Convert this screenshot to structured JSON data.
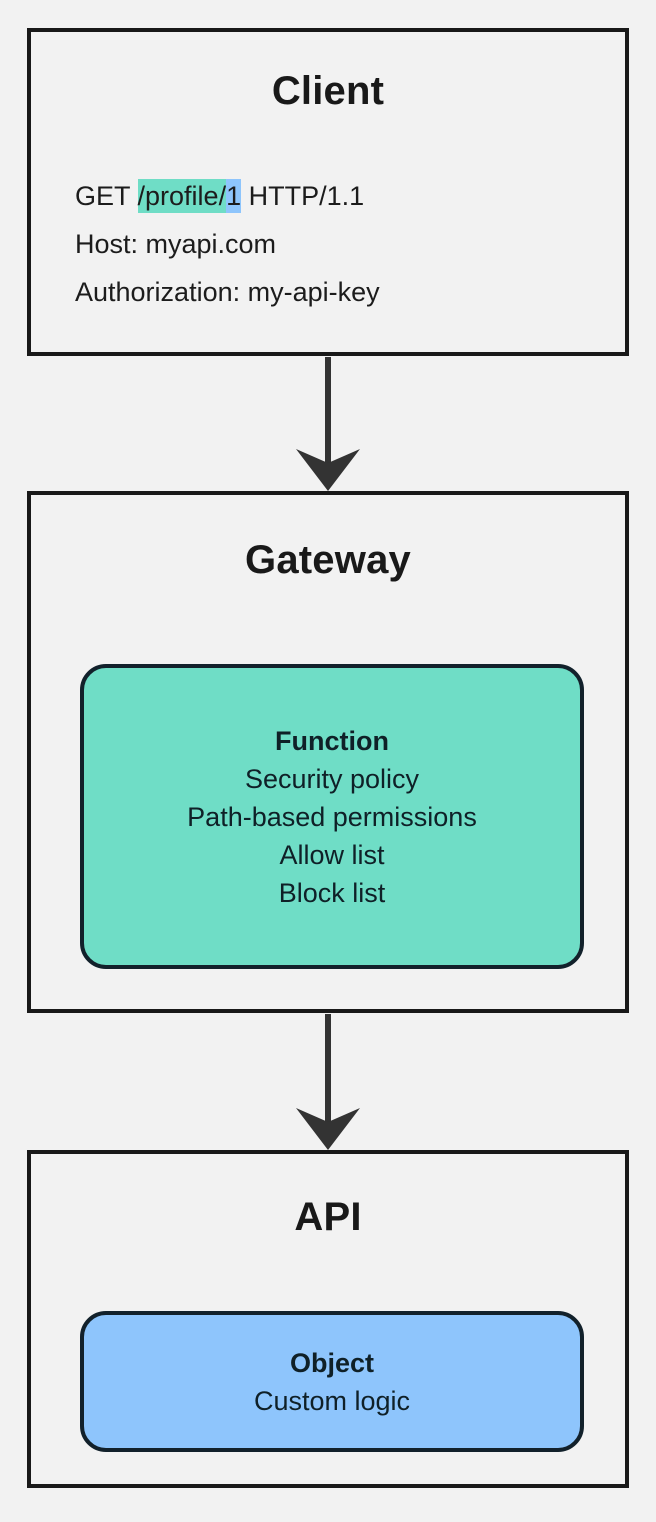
{
  "diagram": {
    "type": "flowchart",
    "direction": "top-down",
    "background_color": "#f2f2f2",
    "border_color": "#191919",
    "arrow_color": "#333333",
    "accent_green": "#6fddc6",
    "accent_blue": "#8ec5fc"
  },
  "client": {
    "title": "Client",
    "request": {
      "method": "GET",
      "path_prefix": "/profile/",
      "path_id": "1",
      "protocol": " HTTP/1.1",
      "method_with_space": "GET ",
      "host_line": "Host: myapi.com",
      "auth_line": "Authorization: my-api-key"
    }
  },
  "gateway": {
    "title": "Gateway",
    "function": {
      "title": "Function",
      "lines": [
        "Security policy",
        "Path-based permissions",
        "Allow list",
        "Block list"
      ]
    }
  },
  "api": {
    "title": "API",
    "object": {
      "title": "Object",
      "lines": [
        "Custom logic"
      ]
    }
  },
  "edges": [
    {
      "from": "Client",
      "to": "Gateway",
      "label": ""
    },
    {
      "from": "Gateway",
      "to": "API",
      "label": ""
    }
  ]
}
